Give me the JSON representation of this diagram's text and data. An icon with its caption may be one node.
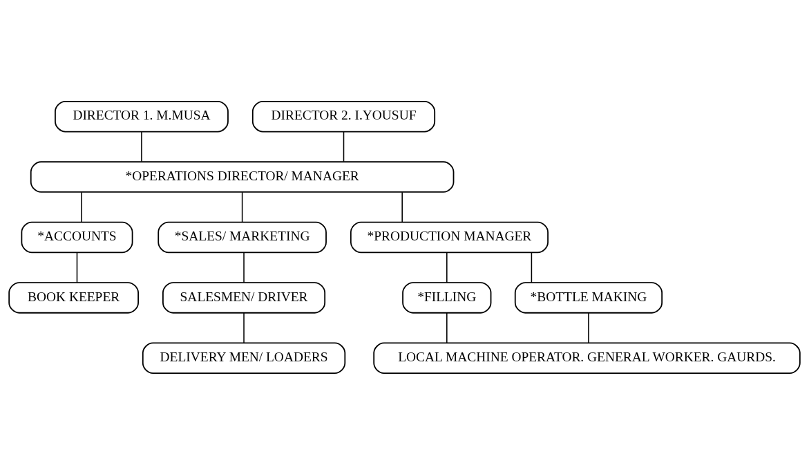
{
  "diagram": {
    "nodes": [
      {
        "text": [
          "DIRECTOR 1. M.MUSA"
        ]
      },
      {
        "text": [
          "DIRECTOR 2. I.YOUSUF"
        ]
      },
      {
        "text": [
          "*OPERATIONS DIRECTOR/ MANAGER"
        ]
      },
      {
        "text": [
          "*ACCOUNTS"
        ]
      },
      {
        "text": [
          "*SALES/ MARKETING"
        ]
      },
      {
        "text": [
          "*PRODUCTION MANAGER"
        ]
      },
      {
        "text": [
          "BOOK KEEPER"
        ]
      },
      {
        "text": [
          "SALESMEN/ DRIVER"
        ]
      },
      {
        "text": [
          "*FILLING"
        ]
      },
      {
        "text": [
          "*BOTTLE MAKING"
        ]
      },
      {
        "text": [
          "DELIVERY MEN/ LOADERS"
        ]
      },
      {
        "text": [
          "LOCAL MACHINE OPERATOR. GENERAL WORKER. GAURDS."
        ]
      }
    ],
    "edges": [
      {
        "from": 0,
        "to": 2,
        "arrow": "none"
      },
      {
        "from": 1,
        "to": 2,
        "arrow": "none"
      },
      {
        "from": 2,
        "to": 3,
        "arrow": "none"
      },
      {
        "from": 2,
        "to": 4,
        "arrow": "none"
      },
      {
        "from": 2,
        "to": 5,
        "arrow": "none"
      },
      {
        "from": 3,
        "to": 6,
        "arrow": "none"
      },
      {
        "from": 4,
        "to": 7,
        "arrow": "none"
      },
      {
        "from": 5,
        "to": 8,
        "arrow": "none"
      },
      {
        "from": 5,
        "to": 9,
        "arrow": "none"
      },
      {
        "from": 7,
        "to": 10,
        "arrow": "none"
      },
      {
        "from": 8,
        "to": 11,
        "arrow": "none"
      },
      {
        "from": 9,
        "to": 11,
        "arrow": "none"
      }
    ]
  }
}
